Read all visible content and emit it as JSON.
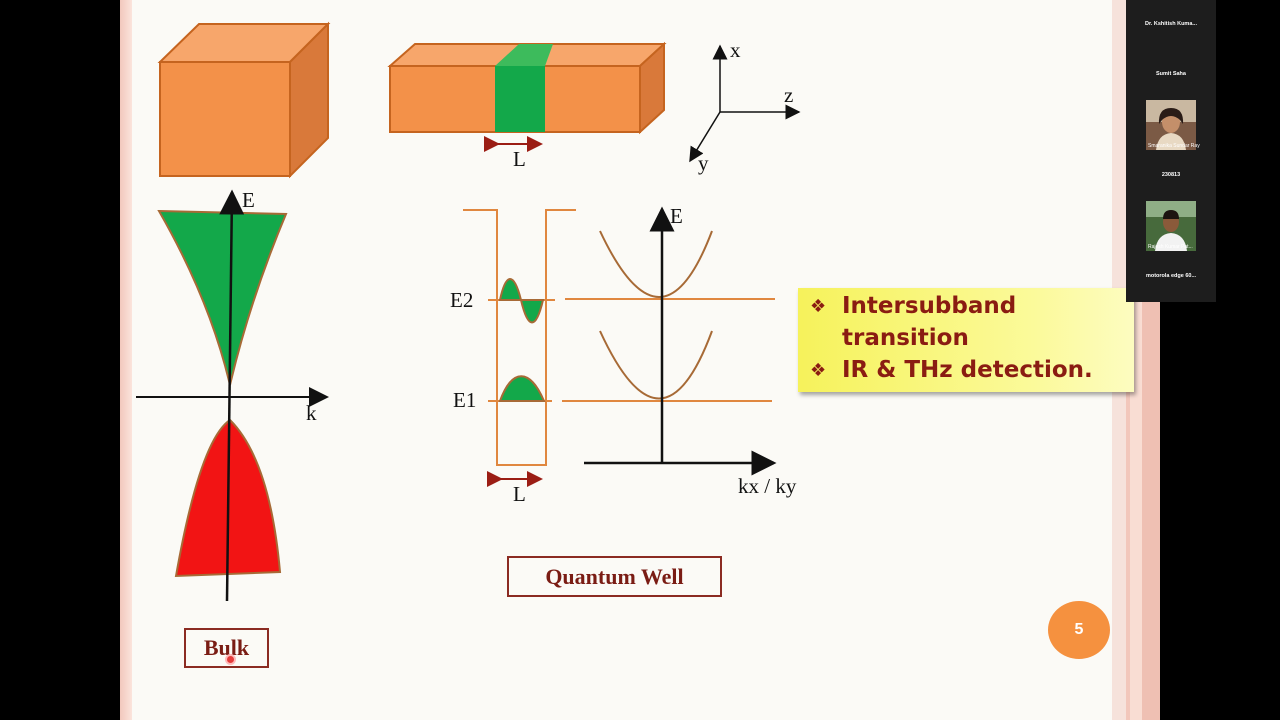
{
  "slide": {
    "axes3d": {
      "x": "x",
      "y": "y",
      "z": "z"
    },
    "bar_width_label": "L",
    "bulk_diagram": {
      "energy_axis": "E",
      "k_axis": "k"
    },
    "qw_diagram": {
      "level_e2": "E2",
      "level_e1": "E1",
      "well_width_label": "L",
      "energy_axis": "E",
      "k_axis": "kx / ky"
    },
    "callout": {
      "bullets": [
        {
          "marker": "❖",
          "text_line1": "Intersubband",
          "text_line2": "transition"
        },
        {
          "marker": "❖",
          "text_line1": "IR & THz detection."
        }
      ]
    },
    "bulk_label": "Bulk",
    "qw_label": "Quantum Well",
    "page_number": "5",
    "colors": {
      "orange": "#f39149",
      "green": "#13a84a",
      "red": "#f21414",
      "accent_text": "#8a1c12"
    }
  },
  "participants": [
    {
      "name": "Dr. Kshitish Kuma..."
    },
    {
      "name": "Sumit Saha"
    },
    {
      "name": "Smaranika Sundar Ray",
      "has_video": true
    },
    {
      "name": "230813"
    },
    {
      "name": "Rajesh Kumar Pat...",
      "has_video": true
    },
    {
      "name": "motorola edge 60..."
    }
  ]
}
